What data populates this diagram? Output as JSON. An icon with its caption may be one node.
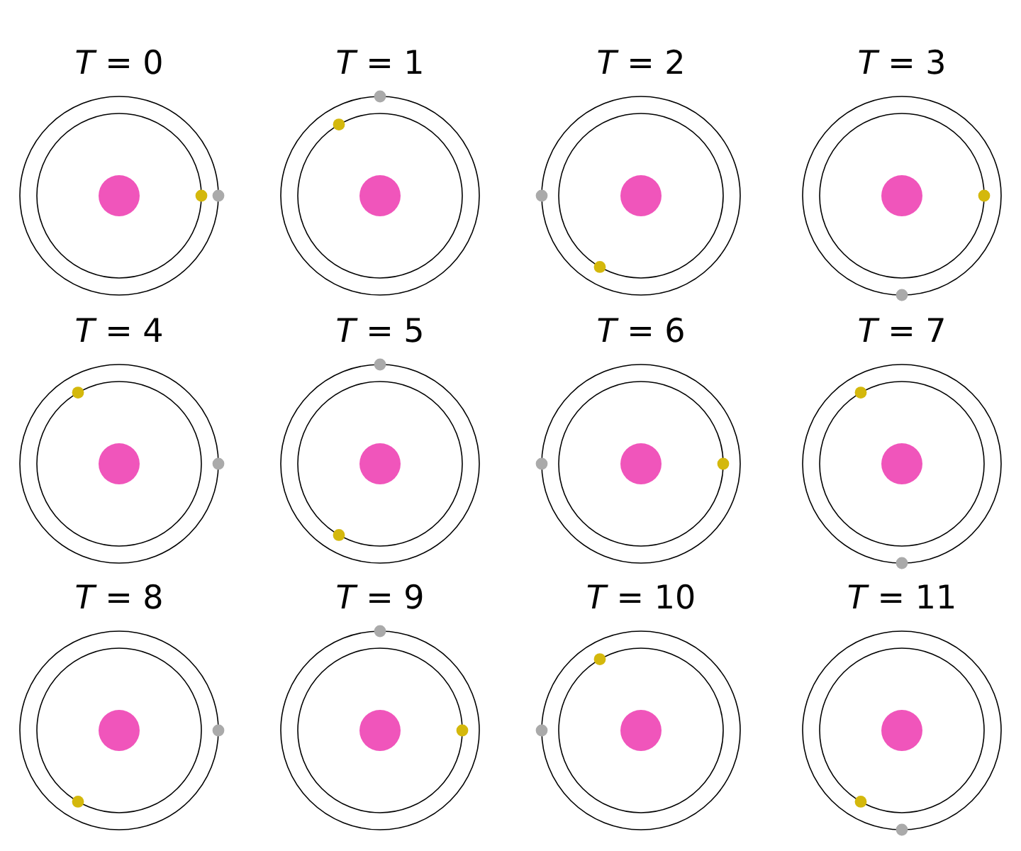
{
  "diagram": {
    "labels": [
      "*T* = 0",
      "*T* = 1",
      "*T* = 2",
      "*T* = 3",
      "*T* = 4",
      "*T* = 5",
      "*T* = 6",
      "*T* = 7",
      "*T* = 8",
      "*T* = 9",
      "*T* = 10",
      "*T* = 11"
    ]
  }
}
